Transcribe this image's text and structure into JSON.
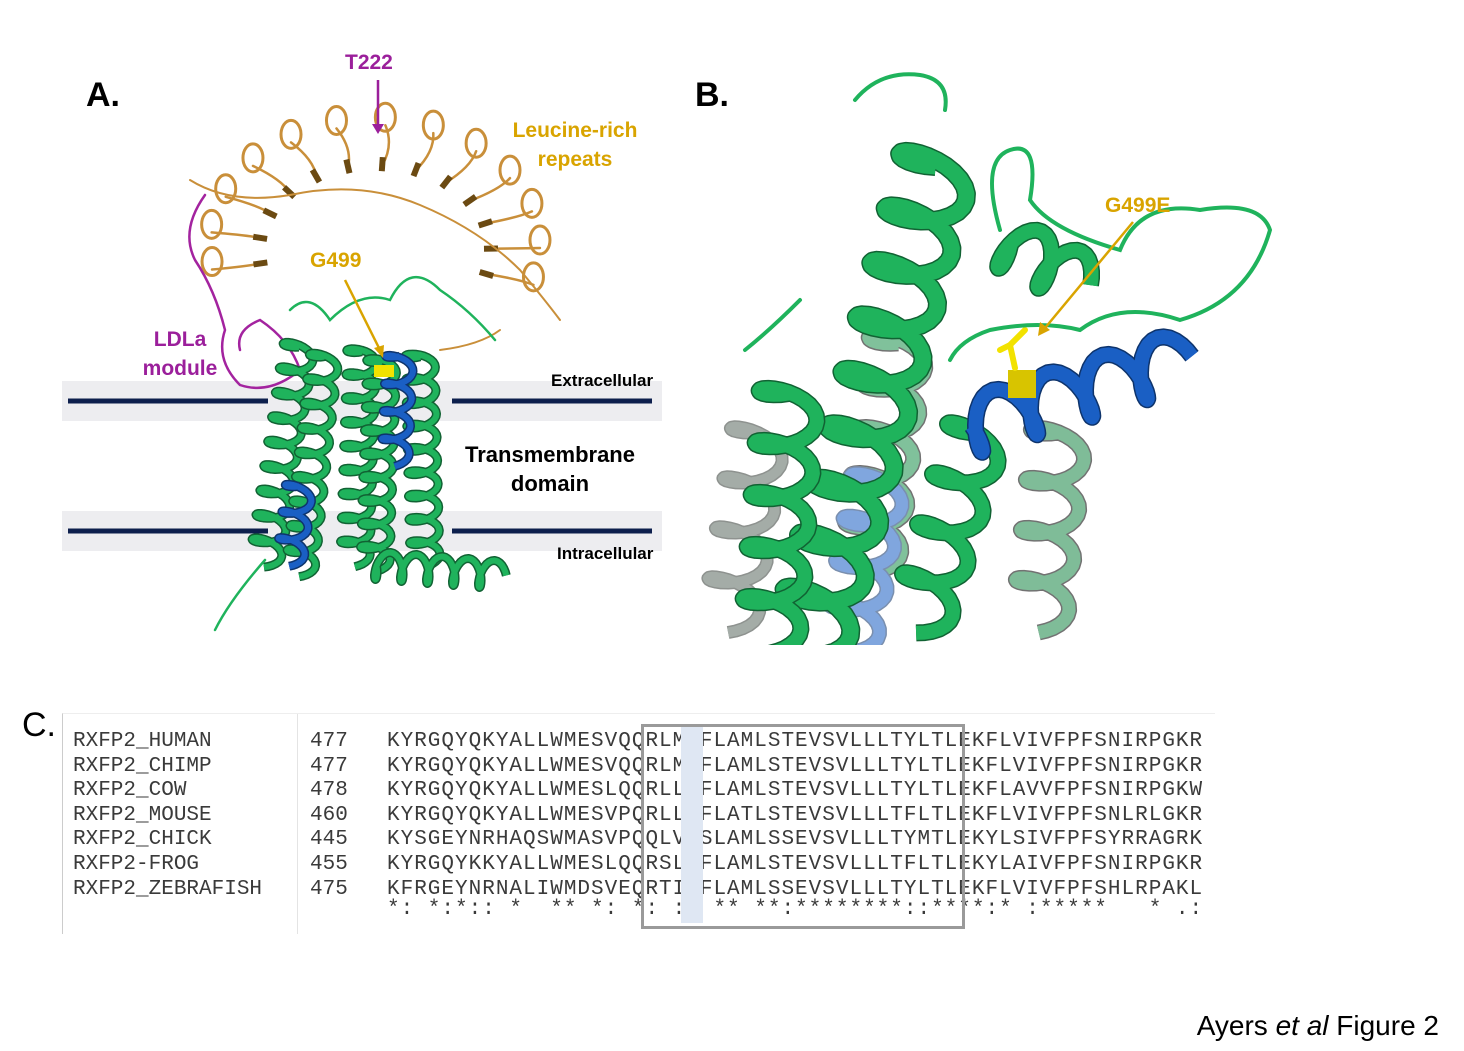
{
  "panel_a": {
    "label": "A.",
    "annotations": {
      "t222": "T222",
      "leucine_rich": [
        "Leucine-rich",
        "repeats"
      ],
      "g499": "G499",
      "ldla": [
        "LDLa",
        "module"
      ],
      "extracellular": "Extracellular",
      "transmembrane": [
        "Transmembrane",
        "domain"
      ],
      "intracellular": "Intracellular"
    }
  },
  "panel_b": {
    "label": "B.",
    "annotations": {
      "g499e": "G499E"
    }
  },
  "panel_c": {
    "label": "C.",
    "alignment": [
      {
        "name": "RXFP2_HUMAN",
        "start": "477",
        "seq": "KYRGQYQKYALLWMESVQQRLMGFLAMLSTEVSVLLLTYLTLEKFLVIVFPFSNIRPGKR"
      },
      {
        "name": "RXFP2_CHIMP",
        "start": "477",
        "seq": "KYRGQYQKYALLWMESVQQRLMGFLAMLSTEVSVLLLTYLTLEKFLVIVFPFSNIRPGKR"
      },
      {
        "name": "RXFP2_COW",
        "start": "478",
        "seq": "KYRGQYQKYALLWMESLQQRLLGFLAMLSTEVSVLLLTYLTLEKFLAVVFPFSNIRPGKW"
      },
      {
        "name": "RXFP2_MOUSE",
        "start": "460",
        "seq": "KYRGQYQKYALLWMESVPQRLLGFLATLSTEVSVLLLTFLTLEKFLVIVFPFSNLRLGKR"
      },
      {
        "name": "RXFP2_CHICK",
        "start": "445",
        "seq": "KYSGEYNRHAQSWMASVPQQLVGSLAMLSSEVSVLLLTYMTLEKYLSIVFPFSYRRAGRK"
      },
      {
        "name": "RXFP2-FROG",
        "start": "455",
        "seq": "KYRGQYKKYALLWMESLQQRSLGFLAMLSTEVSVLLLTFLTLEKYLAIVFPFSNIRPGKR"
      },
      {
        "name": "RXFP2_ZEBRAFISH",
        "start": "475",
        "seq": "KFRGEYNRNALIWMDSVEQRTIGFLAMLSSEVSVLLLTYLTLEKFLVIVFPFSHLRPAKL"
      }
    ],
    "conservation": "*: *:*:: *  ** *: *: :* ** **:********::****:* :*****   * .:"
  },
  "caption": {
    "author": "Ayers ",
    "etal": "et al",
    "figure": " Figure 2"
  },
  "colors": {
    "helix_green": "#1fb35c",
    "tm_blue": "#1a5fc4",
    "residue_yellow": "#f2e200",
    "lrr_tan": "#c98f3a",
    "ldla_purple": "#a3239f",
    "label_gold": "#d9a400",
    "label_purple": "#9b1f9b",
    "membrane_navy": "#0d1f4d"
  }
}
